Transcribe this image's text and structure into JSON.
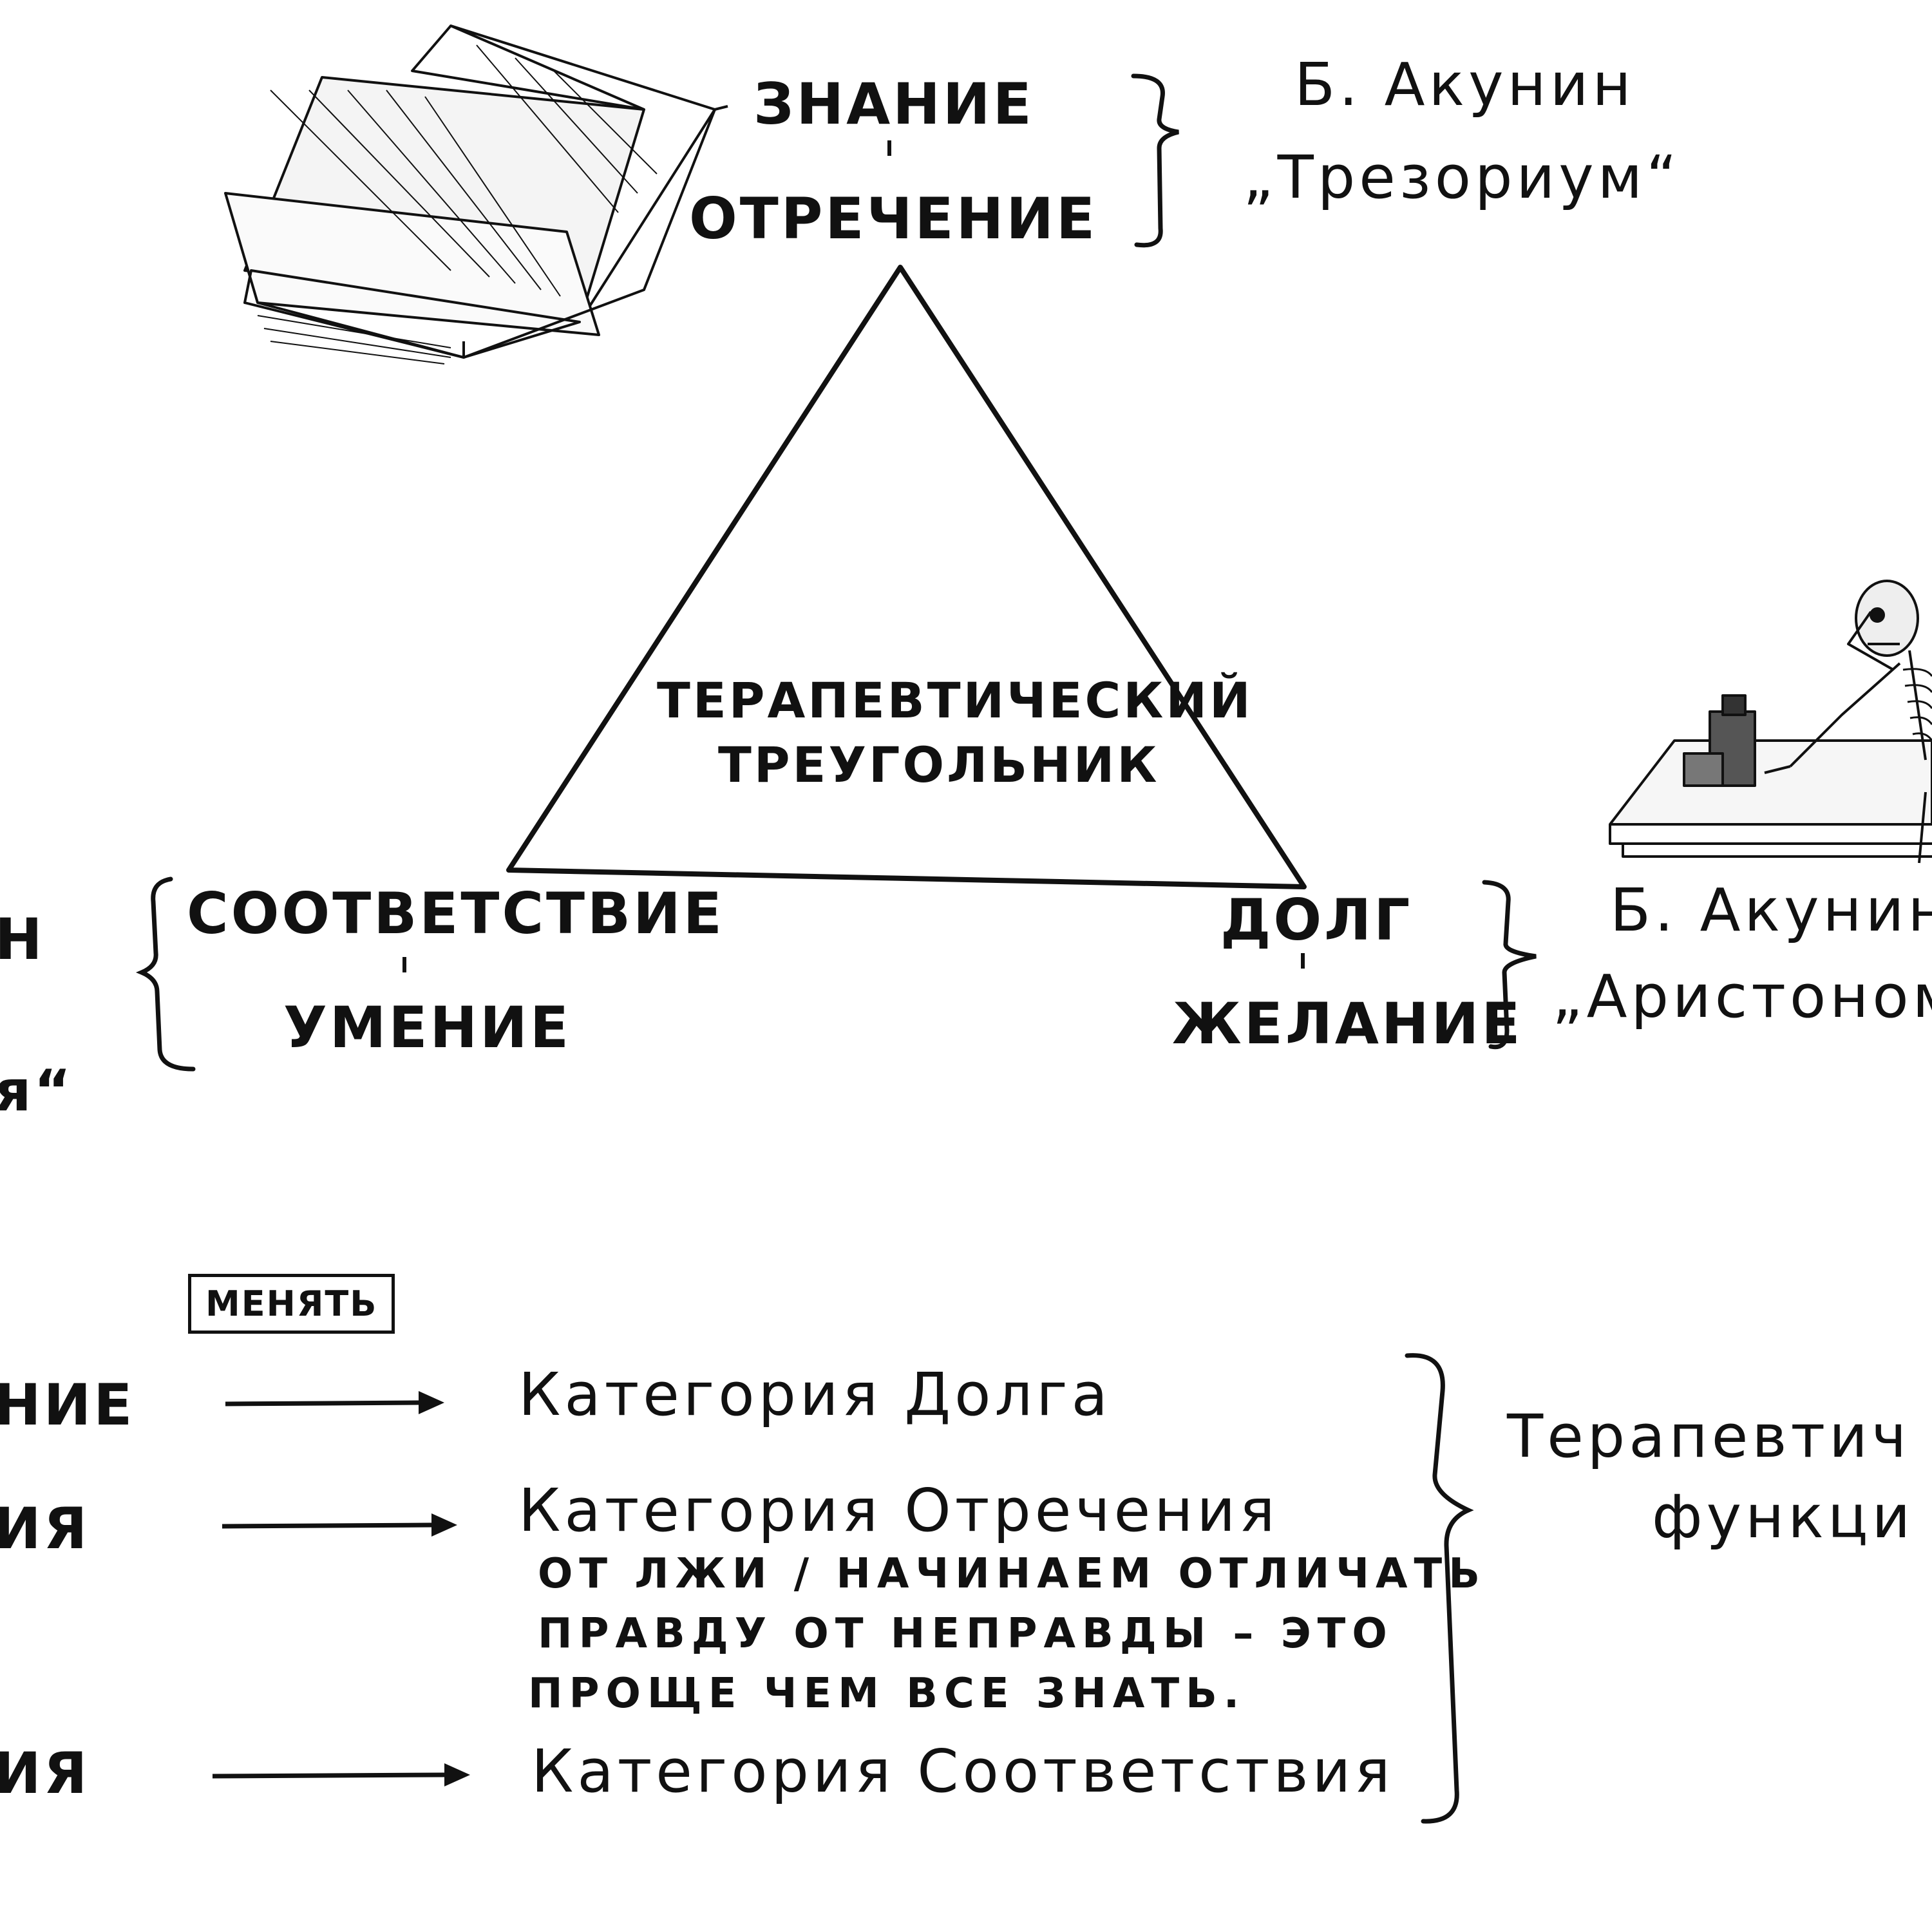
{
  "top": {
    "label1": "знание",
    "label2": "отречение",
    "author": "Б. Акунин",
    "work": "„Трезориум“"
  },
  "center": {
    "line1": "терапевтический",
    "line2": "треугольник"
  },
  "left_corner": {
    "label1": "соответствие",
    "label2": "умение",
    "cut_top": "н",
    "cut_bottom": "я“"
  },
  "right_corner": {
    "label1": "долг",
    "label2": "желание",
    "author": "Б. Акунин",
    "work": "„Аристоном"
  },
  "bottom": {
    "change_label": "менять",
    "rows": [
      {
        "cut": "ние",
        "category": "Категория Долга"
      },
      {
        "cut": "ия",
        "category": "Категория Отречения"
      },
      {
        "cut": "ия",
        "category": "Категория Соответствия"
      }
    ],
    "note": [
      "от лжи / начинаем отличать",
      "правду от неправды – это",
      "проще чем все знать."
    ],
    "function_line1": "Терапевтич",
    "function_line2": "функци"
  },
  "illustrations": [
    "open-book-illustration",
    "skeleton-at-desk-illustration"
  ]
}
